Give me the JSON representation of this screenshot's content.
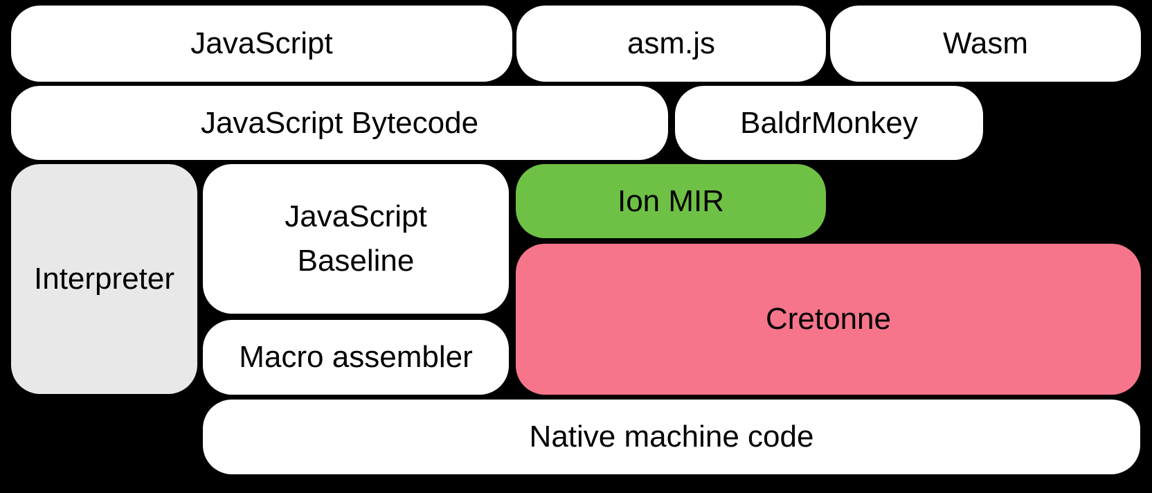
{
  "diagram": {
    "nodes": {
      "javascript": {
        "label": "JavaScript"
      },
      "asmjs": {
        "label": "asm.js"
      },
      "wasm": {
        "label": "Wasm"
      },
      "bytecode": {
        "label": "JavaScript Bytecode"
      },
      "baldrmonkey": {
        "label": "BaldrMonkey"
      },
      "interpreter": {
        "label": "Interpreter"
      },
      "baseline": {
        "label": "JavaScript\nBaseline"
      },
      "ionmir": {
        "label": "Ion MIR"
      },
      "cretonne": {
        "label": "Cretonne"
      },
      "macroassembler": {
        "label": "Macro assembler"
      },
      "nativecode": {
        "label": "Native machine code"
      }
    },
    "colors": {
      "background": "#000000",
      "box_white": "#ffffff",
      "box_gray": "#e8e8e8",
      "box_green": "#6ec145",
      "box_pink": "#f7758b",
      "text": "#000000"
    }
  }
}
